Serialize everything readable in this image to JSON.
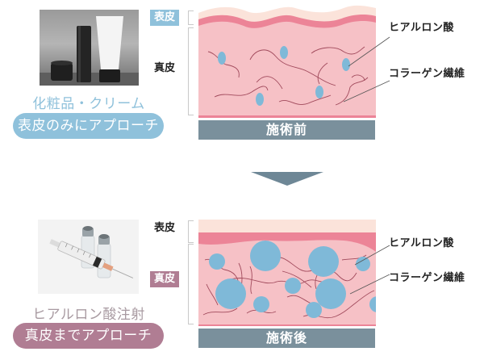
{
  "before": {
    "product_caption": "化粧品・クリーム",
    "approach_pill": "表皮のみにアプローチ",
    "epidermis_tag": "表皮",
    "dermis_tag": "真皮",
    "bar_label": "施術前",
    "callouts": {
      "hyaluronic": "ヒアルロン酸",
      "collagen": "コラーゲン繊維"
    }
  },
  "after": {
    "product_caption": "ヒアルロン酸注射",
    "approach_pill": "真皮までアプローチ",
    "epidermis_tag": "表皮",
    "dermis_tag": "真皮",
    "bar_label": "施術後",
    "callouts": {
      "hyaluronic": "ヒアルロン酸",
      "collagen": "コラーゲン繊維"
    }
  },
  "colors": {
    "blue_accent": "#8fc1db",
    "mauve_accent": "#b07d93",
    "slate_bar": "#7a909c",
    "skin_top": "#fbe3da",
    "skin_red": "#ec8497",
    "skin_dermis": "#f6c1c6",
    "hyaluronic_blue": "#7fb9d8",
    "fiber": "#a14a5c"
  },
  "arrow": {
    "direction": "down"
  }
}
